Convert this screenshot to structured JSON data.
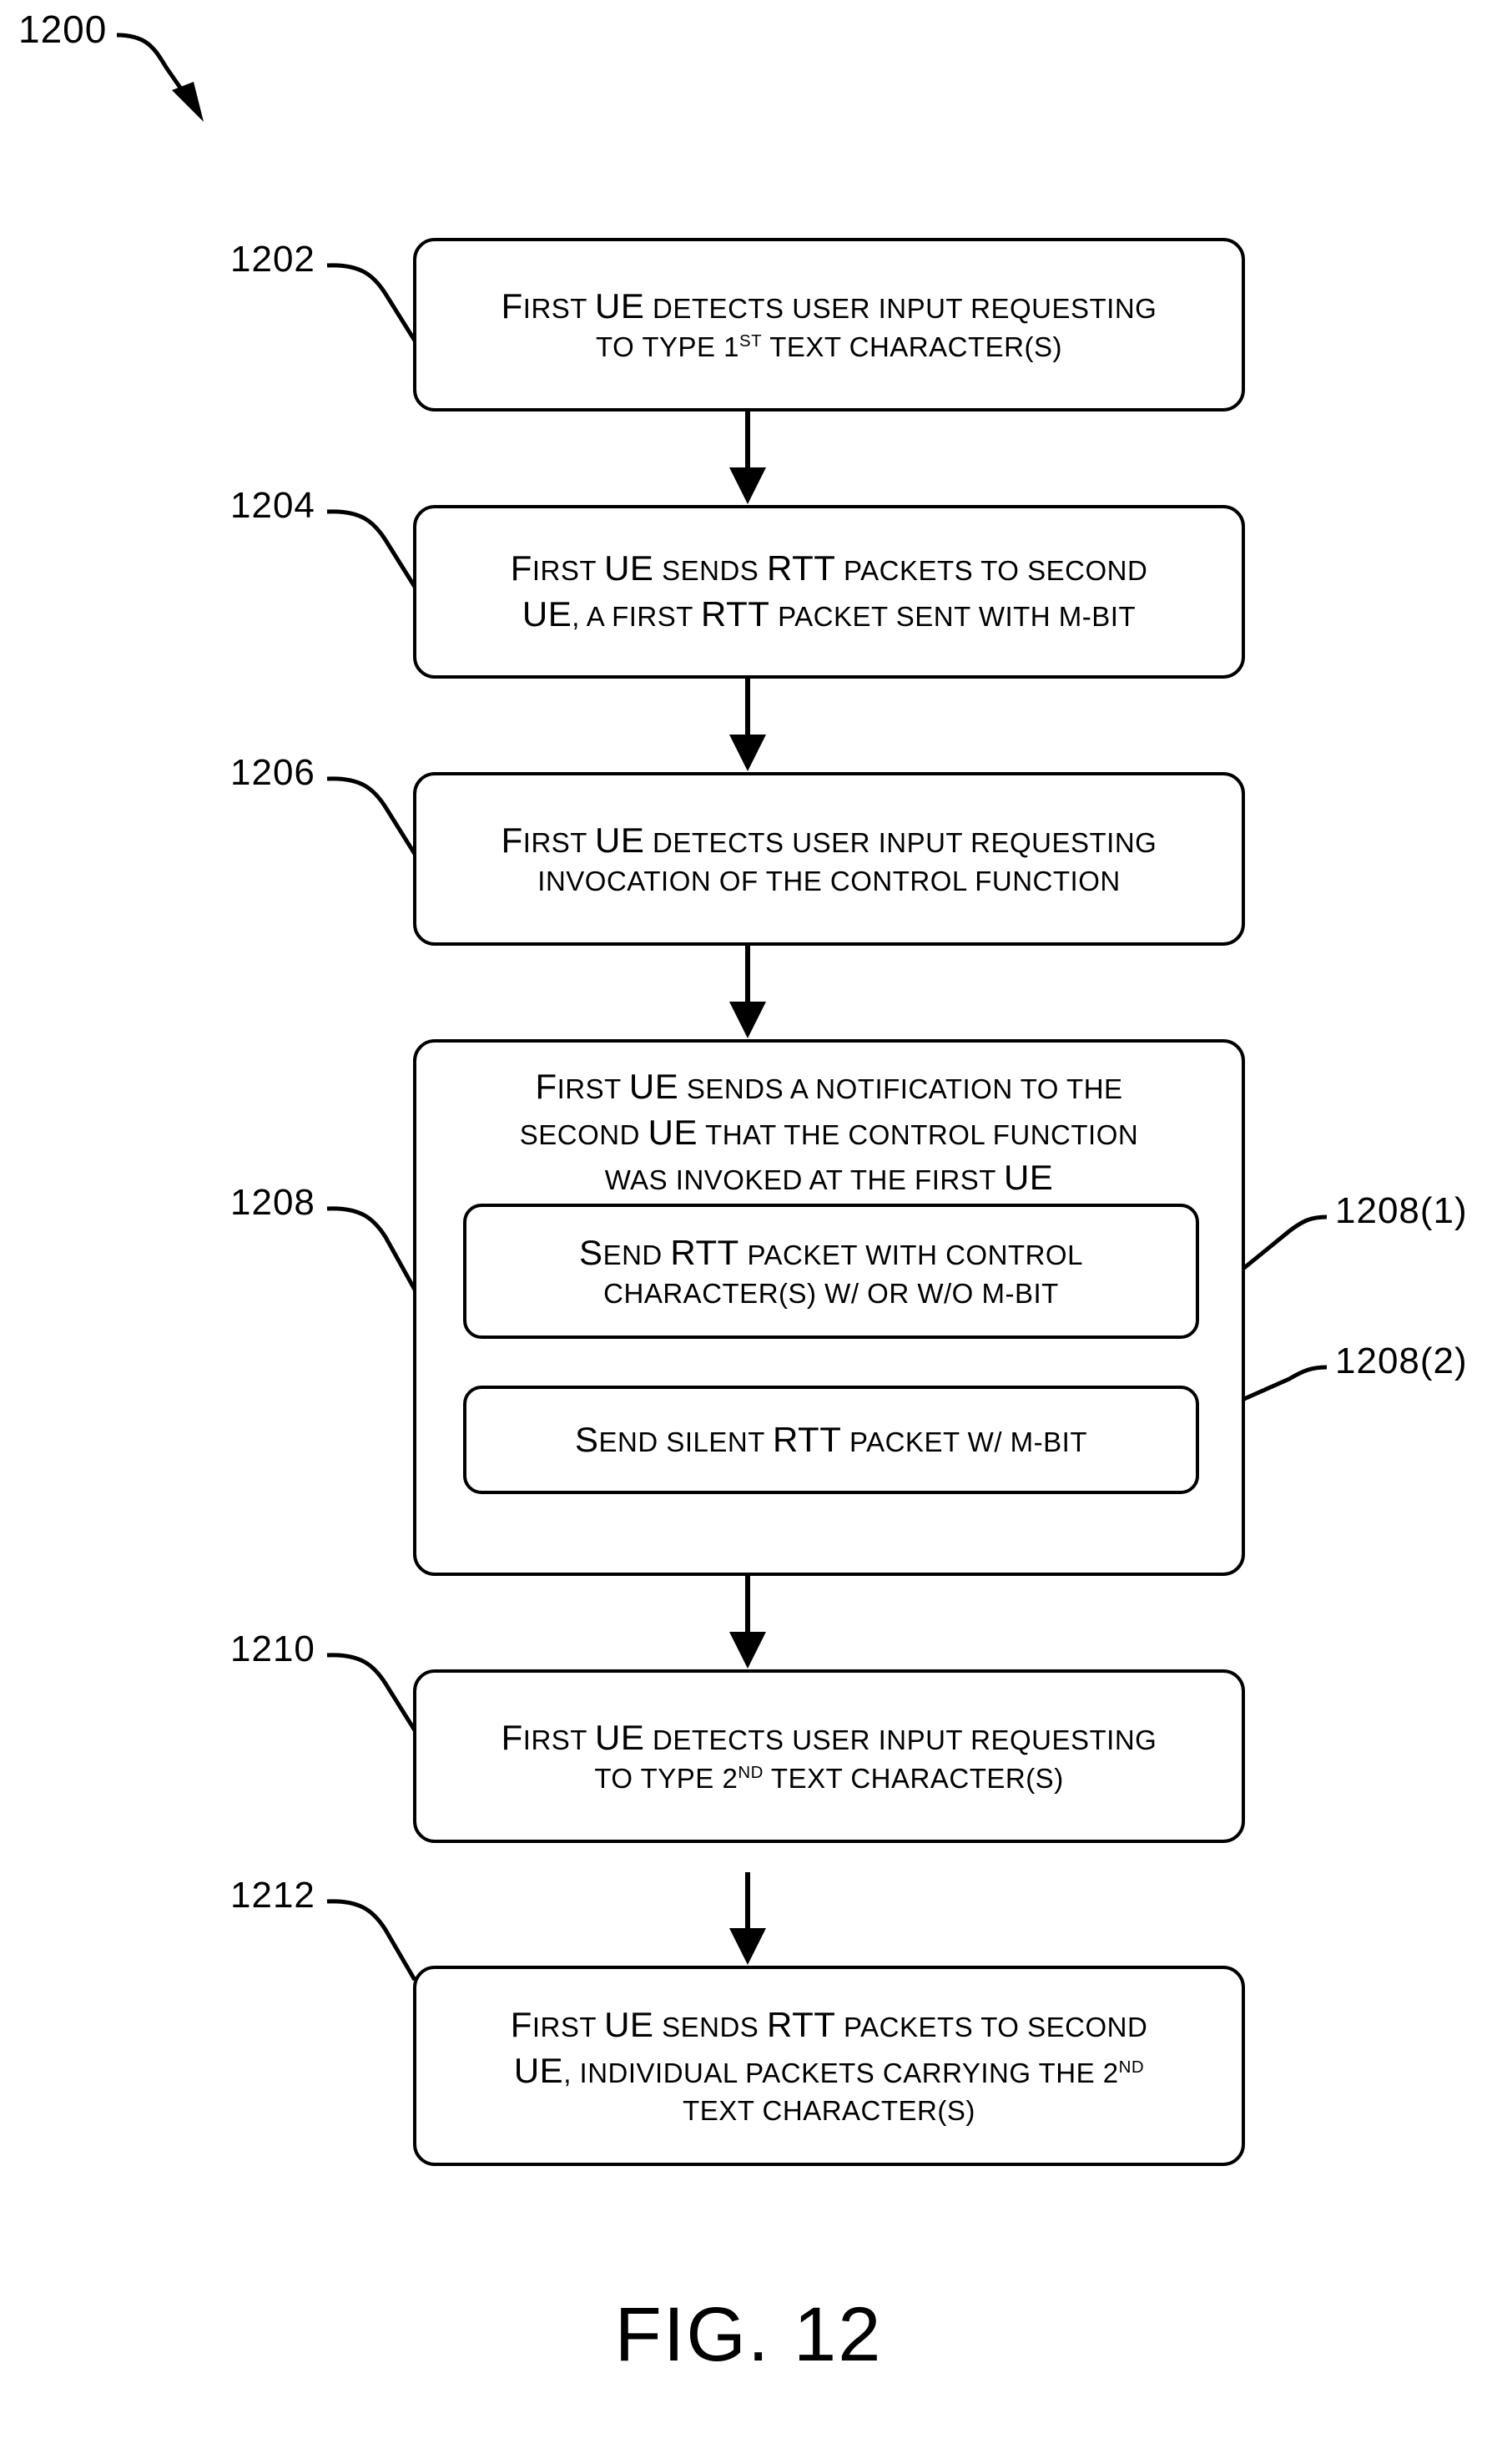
{
  "figure": {
    "top_number": "1200",
    "caption": "FIG. 12"
  },
  "refs": {
    "r1202": "1202",
    "r1204": "1204",
    "r1206": "1206",
    "r1208": "1208",
    "r1208_1": "1208(1)",
    "r1208_2": "1208(2)",
    "r1210": "1210",
    "r1212": "1212"
  },
  "steps": {
    "s1202": {
      "l1a": "F",
      "l1b": "IRST ",
      "l1c": "UE",
      "l1d": " DETECTS USER INPUT REQUESTING",
      "l2a": "TO TYPE 1",
      "l2sup": "ST",
      "l2b": " TEXT CHARACTER(S)"
    },
    "s1204": {
      "l1a": "F",
      "l1b": "IRST ",
      "l1c": "UE",
      "l1d": " SENDS ",
      "l1e": "RTT",
      "l1f": " PACKETS TO SECOND",
      "l2a": "UE",
      "l2b": ", A FIRST ",
      "l2c": "RTT",
      "l2d": " PACKET SENT WITH M-BIT"
    },
    "s1206": {
      "l1a": "F",
      "l1b": "IRST ",
      "l1c": "UE",
      "l1d": " DETECTS USER INPUT REQUESTING",
      "l2": "INVOCATION OF THE CONTROL FUNCTION"
    },
    "s1208": {
      "l1a": "F",
      "l1b": "IRST ",
      "l1c": "UE",
      "l1d": " SENDS A NOTIFICATION TO THE",
      "l2a": "SECOND ",
      "l2b": "UE",
      "l2c": " THAT THE CONTROL FUNCTION",
      "l3a": "WAS INVOKED AT THE FIRST ",
      "l3b": "UE",
      "sub1": {
        "l1a": "S",
        "l1b": "END ",
        "l1c": "RTT",
        "l1d": " PACKET WITH CONTROL",
        "l2": "CHARACTER(S) W/ OR W/O M-BIT"
      },
      "sub2": {
        "l1a": "S",
        "l1b": "END SILENT ",
        "l1c": "RTT",
        "l1d": " PACKET W/ M-BIT"
      }
    },
    "s1210": {
      "l1a": "F",
      "l1b": "IRST ",
      "l1c": "UE",
      "l1d": " DETECTS USER INPUT REQUESTING",
      "l2a": "TO TYPE 2",
      "l2sup": "ND",
      "l2b": " TEXT CHARACTER(S)"
    },
    "s1212": {
      "l1a": "F",
      "l1b": "IRST ",
      "l1c": "UE",
      "l1d": " SENDS ",
      "l1e": "RTT",
      "l1f": " PACKETS TO SECOND",
      "l2a": "UE",
      "l2b": ", INDIVIDUAL PACKETS CARRYING THE 2",
      "l2sup": "ND",
      "l3": "TEXT CHARACTER(S)"
    }
  },
  "colors": {
    "stroke": "#000000",
    "background": "#ffffff"
  }
}
